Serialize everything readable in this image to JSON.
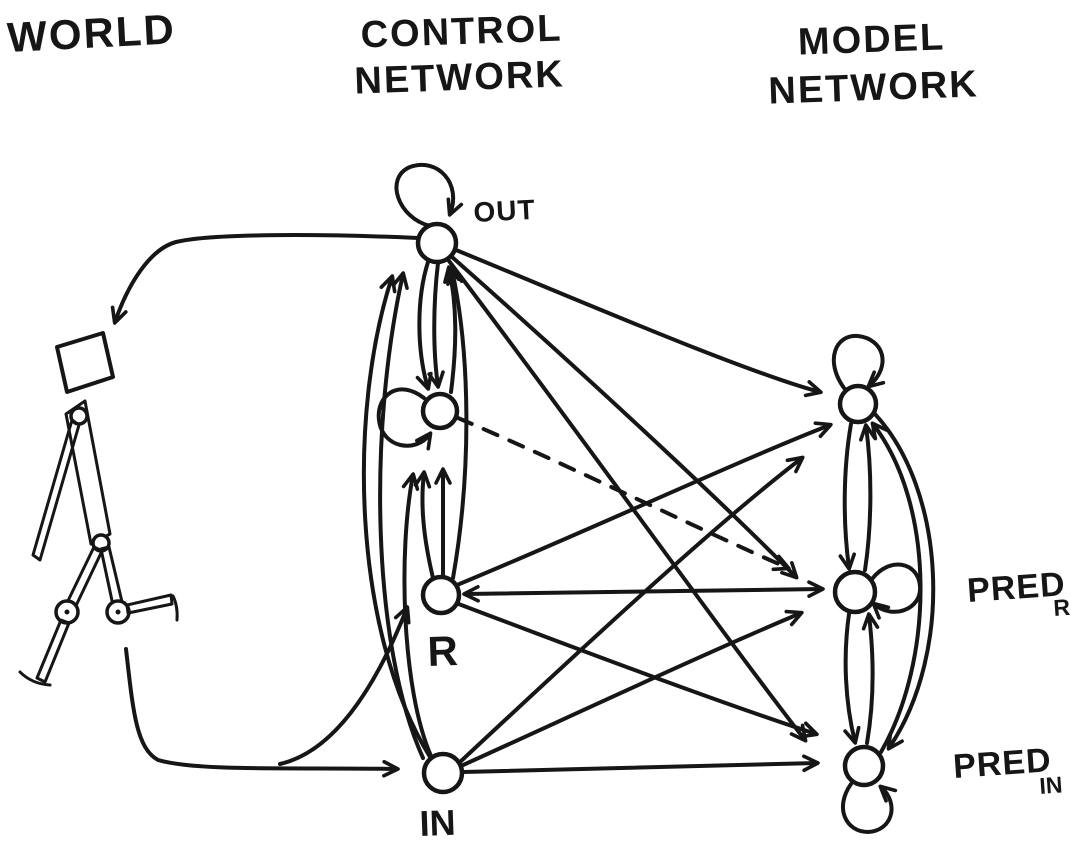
{
  "meta": {
    "background_color": "#ffffff",
    "ink_color": "#161616",
    "style": "hand-drawn-sketch"
  },
  "sections": {
    "world": {
      "title": "WORLD"
    },
    "control": {
      "title_line1": "CONTROL",
      "title_line2": "NETWORK"
    },
    "model": {
      "title_line1": "MODEL",
      "title_line2": "NETWORK"
    }
  },
  "nodes": {
    "out": {
      "label": "OUT"
    },
    "r": {
      "label": "R"
    },
    "in": {
      "label": "IN"
    },
    "pred_r": {
      "base": "PRED",
      "sub": "R"
    },
    "pred_in": {
      "base": "PRED",
      "sub": "IN"
    }
  },
  "icons": {
    "walker": "stick-figure-walker-icon"
  }
}
